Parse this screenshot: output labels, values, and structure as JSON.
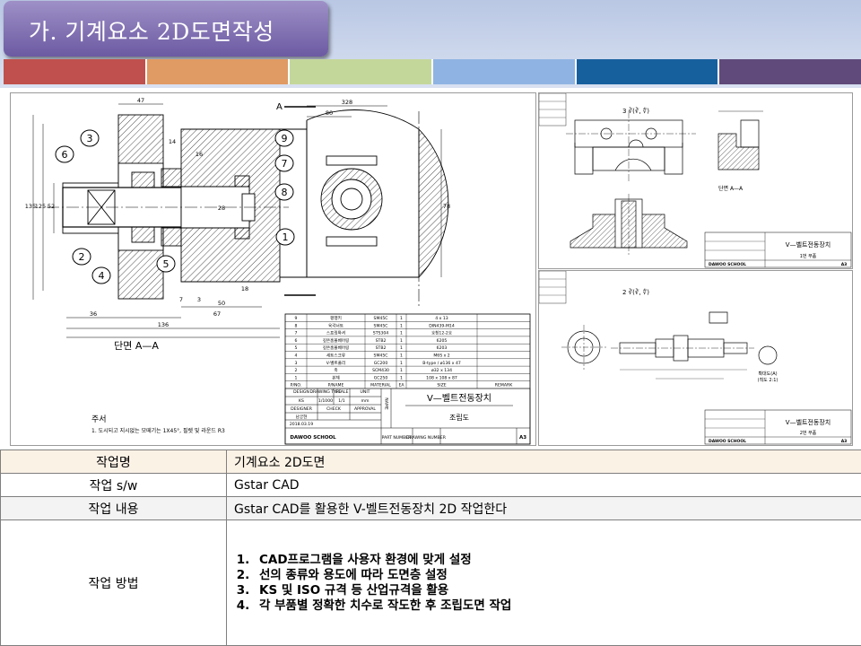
{
  "header": {
    "title": "가. 기계요소 2D도면작성",
    "band_colors": [
      "#c0504d",
      "#e09a63",
      "#c4d79b",
      "#8fb4e3",
      "#17609e",
      "#604a7b"
    ]
  },
  "main_drawing": {
    "section_label": "단면  A—A",
    "section_marker": "A",
    "balloons": [
      "3",
      "6",
      "2",
      "4",
      "5",
      "9",
      "7",
      "8",
      "1"
    ],
    "dims": {
      "d47": "47",
      "d328": "328",
      "d80": "80",
      "d14": "14",
      "d16": "16",
      "d135": "135",
      "d125": "125",
      "d52": "52",
      "d78": "78",
      "d28": "28",
      "d7": "7",
      "d3": "3",
      "d50": "50",
      "d18": "18",
      "d36": "36",
      "d67": "67",
      "d136": "136"
    },
    "notes_title": "주서",
    "notes_text": "1. 도시되고 지시없는 모떼기는 1X45°, 필렛 및 라운드 R3",
    "parts_header": [
      "P/NO.",
      "P/NAME",
      "MATERIAL",
      "EA",
      "SIZE",
      "REMARK"
    ],
    "parts": [
      [
        "9",
        "평행키",
        "SM45C",
        "1",
        "4 x 13",
        ""
      ],
      [
        "8",
        "육각너트",
        "SM45C",
        "1",
        "DIN439-M14",
        ""
      ],
      [
        "7",
        "스프링와셔",
        "STS304",
        "1",
        "호칭12-2호",
        ""
      ],
      [
        "6",
        "깊은홈볼베어링",
        "STB2",
        "1",
        "6205",
        ""
      ],
      [
        "5",
        "깊은홈볼베어링",
        "STB2",
        "1",
        "6203",
        ""
      ],
      [
        "4",
        "세트스크류",
        "SM45C",
        "1",
        "M6S x 2",
        ""
      ],
      [
        "3",
        "V-벨트풀리",
        "GC200",
        "1",
        "B-type / ø136 x 47",
        ""
      ],
      [
        "2",
        "축",
        "SCM430",
        "1",
        "ø32 x 134",
        ""
      ],
      [
        "1",
        "본체",
        "GC250",
        "1",
        "108 x 108 x 87",
        ""
      ]
    ],
    "title_block": {
      "design_label": "DESIGN",
      "drawing_type_label": "DRAWING TYPE",
      "scale_label": "SCALE",
      "unit_label": "UNIT",
      "design_value": "KS",
      "scale_value": "1/1",
      "unit_value": "mm",
      "drawing_type_value": "1/1000",
      "designer_label": "DESIGNER",
      "check_label": "CHECK",
      "approval_label": "APPROVAL",
      "designer_value": "남궁현",
      "date": "2018.03.19",
      "name_col": "NAME",
      "part_number_label": "PART NUMBER",
      "drawing_number_label": "DRAWING NUMBER",
      "title": "V—벨트전동장치",
      "subtitle": "조립도",
      "school": "DAWOO SCHOOL",
      "size": "A3"
    }
  },
  "detail_top": {
    "section_label": "단면  A—A",
    "roughness": "3 ∛(∛, ∜)",
    "title": "V—벨트전동장치",
    "subtitle": "1번 부품",
    "school": "DAWOO SCHOOL",
    "size": "A3"
  },
  "detail_bottom": {
    "roughness": "2 ∛(∛, ∜)",
    "detail_label": "확대도(A)",
    "detail_scale": "(척도 2:1)",
    "title": "V—벨트전동장치",
    "subtitle": "2번 부품",
    "school": "DAWOO SCHOOL",
    "size": "A3"
  },
  "info_table": {
    "rows": [
      {
        "label": "작업명",
        "value": "기계요소 2D도면"
      },
      {
        "label": "작업 s/w",
        "value": " Gstar CAD"
      },
      {
        "label": "작업 내용",
        "value": "Gstar CAD를 활용한 V-벨트전동장치 2D 작업한다"
      }
    ],
    "method_label": "작업 방법",
    "methods": [
      "CAD프로그램을 사용자 환경에 맞게 설정",
      "선의 종류와 용도에 따라 도면층 설정",
      "KS 및 ISO 규격 등 산업규격을 활용",
      "각 부품별 정확한 치수로 작도한 후 조립도면 작업"
    ]
  }
}
